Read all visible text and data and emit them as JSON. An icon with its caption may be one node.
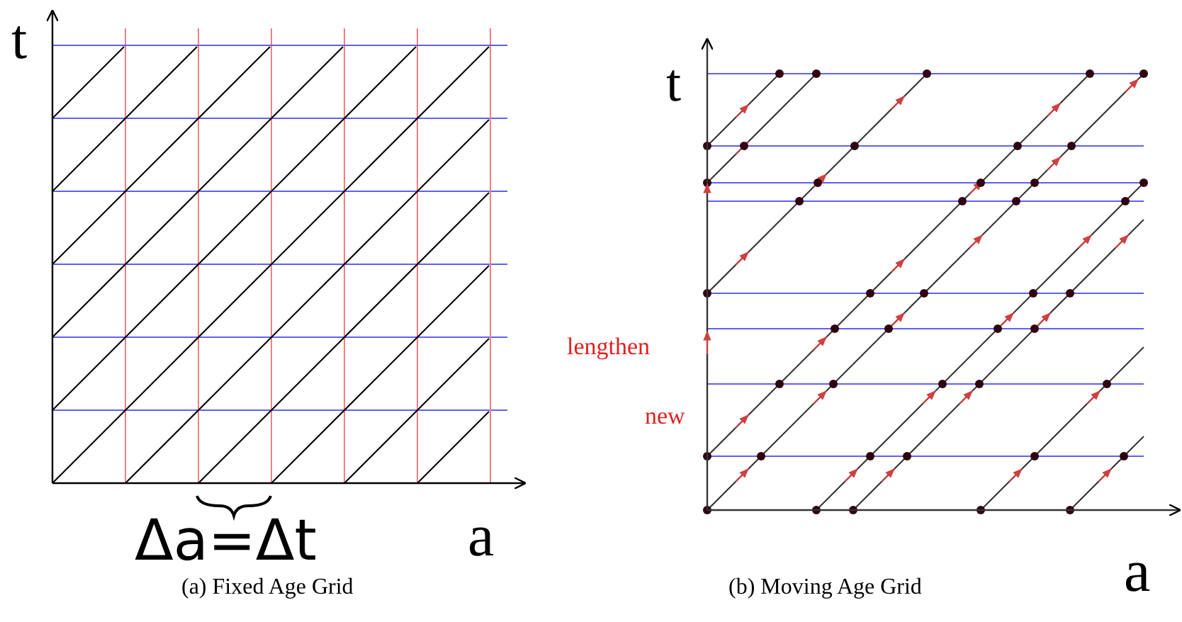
{
  "diagram": {
    "labels": [
      "t",
      "a",
      "Δa=Δt",
      "(a) Fixed Age Grid",
      "t",
      "lengthen",
      "new",
      "a",
      "(b) Moving Age Grid"
    ]
  }
}
